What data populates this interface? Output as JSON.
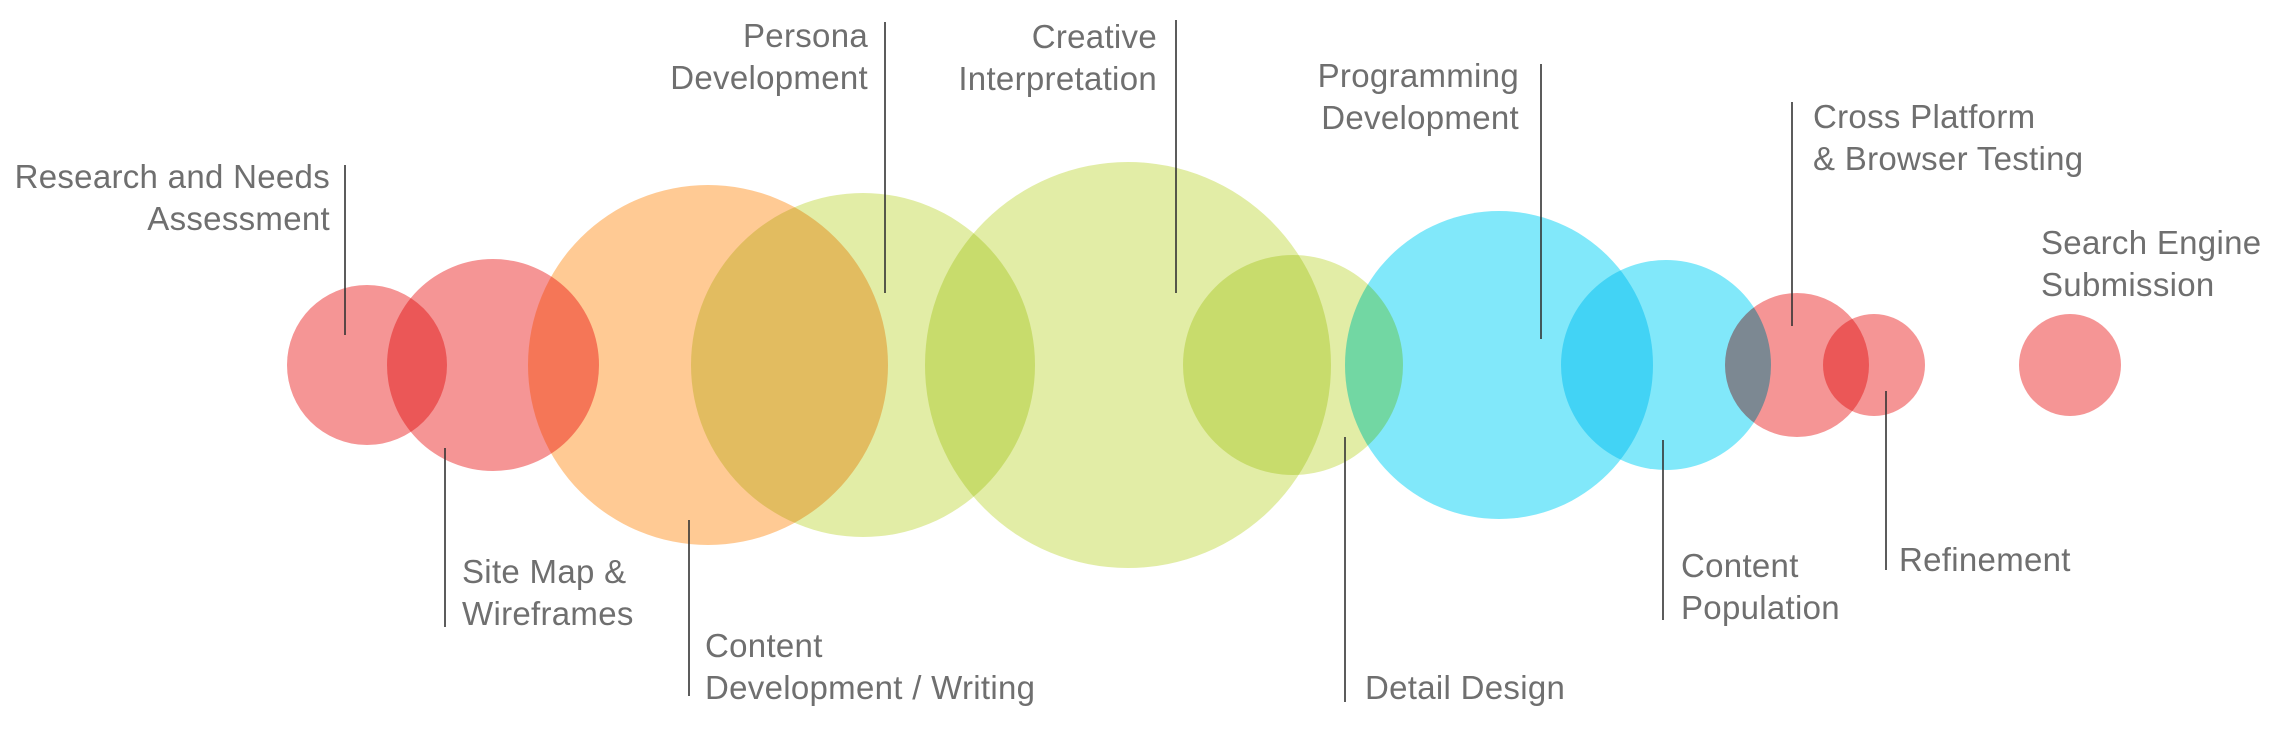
{
  "colors": {
    "red": "#f48a8a",
    "orange": "#ffc488",
    "lime": "#dfeb9c",
    "cyan": "#73e6fa",
    "text": "#6f6f6f",
    "line": "#333333"
  },
  "stages": [
    {
      "id": "research",
      "lines": [
        "Research and Needs",
        "Assessment"
      ]
    },
    {
      "id": "sitemap",
      "lines": [
        "Site Map &",
        "Wireframes"
      ]
    },
    {
      "id": "content-dev",
      "lines": [
        "Content",
        "Development / Writing"
      ]
    },
    {
      "id": "persona",
      "lines": [
        "Persona",
        "Development"
      ]
    },
    {
      "id": "creative",
      "lines": [
        "Creative",
        "Interpretation"
      ]
    },
    {
      "id": "detail",
      "lines": [
        "Detail Design"
      ]
    },
    {
      "id": "programming",
      "lines": [
        "Programming",
        "Development"
      ]
    },
    {
      "id": "population",
      "lines": [
        "Content",
        "Population"
      ]
    },
    {
      "id": "cross",
      "lines": [
        "Cross Platform",
        "& Browser Testing"
      ]
    },
    {
      "id": "refinement",
      "lines": [
        "Refinement"
      ]
    },
    {
      "id": "search",
      "lines": [
        "Search Engine",
        "Submission"
      ]
    }
  ]
}
